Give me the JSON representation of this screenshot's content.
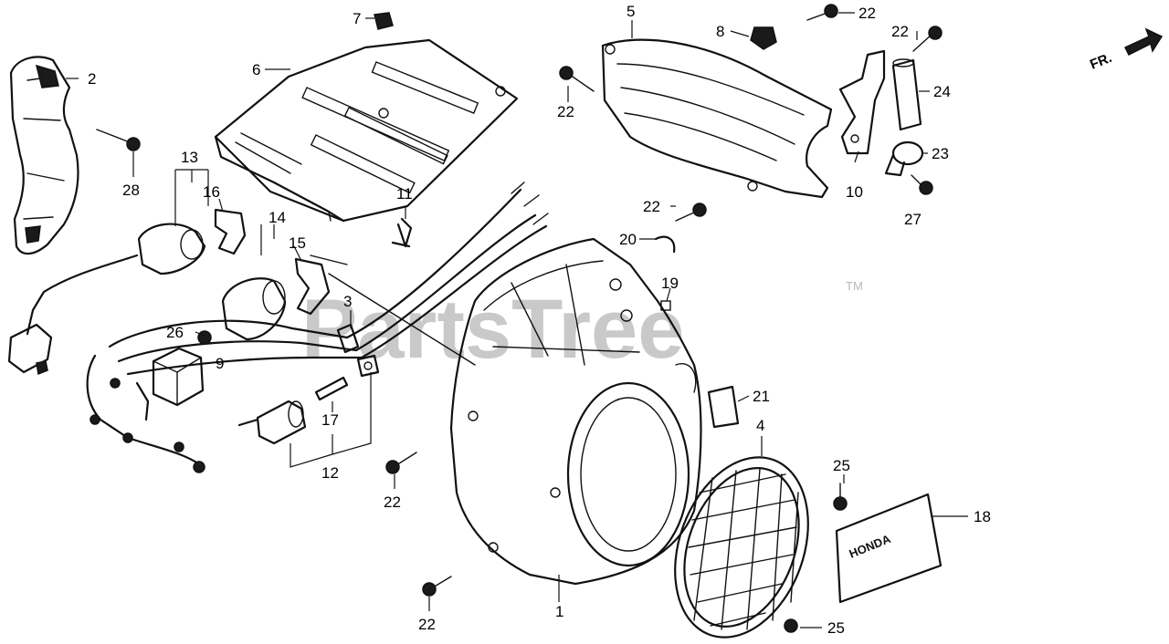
{
  "watermark": {
    "text": "PartsTree",
    "trademark": "TM"
  },
  "direction_marker": {
    "label": "FR."
  },
  "plate_text": "HONDA",
  "callouts": {
    "c1": "1",
    "c2": "2",
    "c3": "3",
    "c4": "4",
    "c5": "5",
    "c6": "6",
    "c7": "7",
    "c8": "8",
    "c9": "9",
    "c10": "10",
    "c11": "11",
    "c12": "12",
    "c13": "13",
    "c14": "14",
    "c15": "15",
    "c16": "16",
    "c17": "17",
    "c18": "18",
    "c19": "19",
    "c20": "20",
    "c21": "21",
    "c22a": "22",
    "c22b": "22",
    "c22c": "22",
    "c22d": "22",
    "c22e": "22",
    "c22f": "22",
    "c23": "23",
    "c24": "24",
    "c25a": "25",
    "c25b": "25",
    "c26": "26",
    "c27": "27",
    "c28": "28"
  },
  "colors": {
    "line": "#111111",
    "watermark": "#c9c9c9",
    "background": "#ffffff"
  }
}
